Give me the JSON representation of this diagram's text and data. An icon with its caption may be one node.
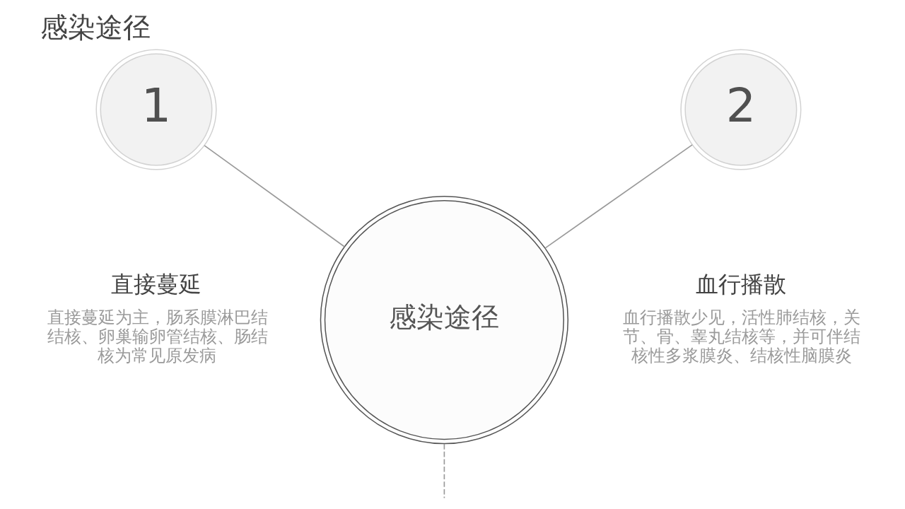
{
  "diagram": {
    "title": "感染途径",
    "nodes": [
      {
        "text": [
          "1"
        ],
        "beside": [
          "直接蔓延",
          "直接蔓延为主，肠系膜淋巴结结核、卵巢输卵管结核、肠结核为常见原发病"
        ]
      },
      {
        "text": [
          "感染途径"
        ]
      },
      {
        "text": [
          "2"
        ],
        "beside": [
          "血行播散",
          "血行播散少见，活性肺结核，关节、骨、睾丸结核等，并可伴结核性多浆膜炎、结核性脑膜炎"
        ]
      }
    ],
    "edges": [
      {
        "from": 0,
        "to": 1,
        "arrow": "none"
      },
      {
        "from": 1,
        "to": 2,
        "arrow": "none"
      },
      {
        "from": 1,
        "to": null,
        "arrow": "none",
        "style": "dashed"
      }
    ]
  }
}
